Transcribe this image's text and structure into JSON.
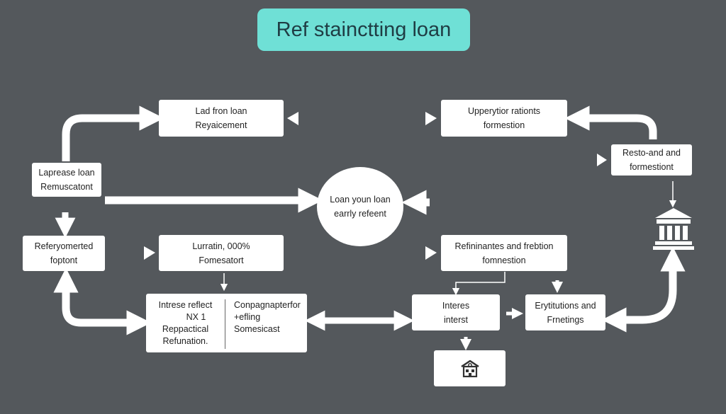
{
  "title": "Ref stainctting loan",
  "boxes": {
    "lad_from_loan": [
      "Lad fron loan",
      "Reyaicement"
    ],
    "laprease_loan": [
      "Laprease loan",
      "Remuscatont"
    ],
    "referyomerted": [
      "Referyomerted",
      "foptont"
    ],
    "lurratin": [
      "Lurratin, 000%",
      "Fomesatort"
    ],
    "upperytior": [
      "Upperytior rationts",
      "formestion"
    ],
    "resto_and": [
      "Resto-and and",
      "formestiont"
    ],
    "refininantes": [
      "Refininantes and frebtion",
      "fomnestion"
    ],
    "interes": [
      "Interes",
      "interst"
    ],
    "erytitutions": [
      "Erytitutions and",
      "Frnetings"
    ]
  },
  "center": [
    "Loan youn loan",
    "earrly refeent"
  ],
  "split_box": {
    "left": [
      "Intrese reflect",
      "NX 1",
      "Reppactical",
      "Refunation."
    ],
    "right": [
      "Conpagnapterfor",
      "+efling",
      "Somesicast"
    ]
  },
  "icons": {
    "bank": "bank-icon",
    "house": "house-icon"
  },
  "colors": {
    "background": "#54585c",
    "title_bg": "#6fe0d6",
    "title_text": "#1f3d44",
    "box": "#ffffff",
    "arrow": "#ffffff"
  }
}
